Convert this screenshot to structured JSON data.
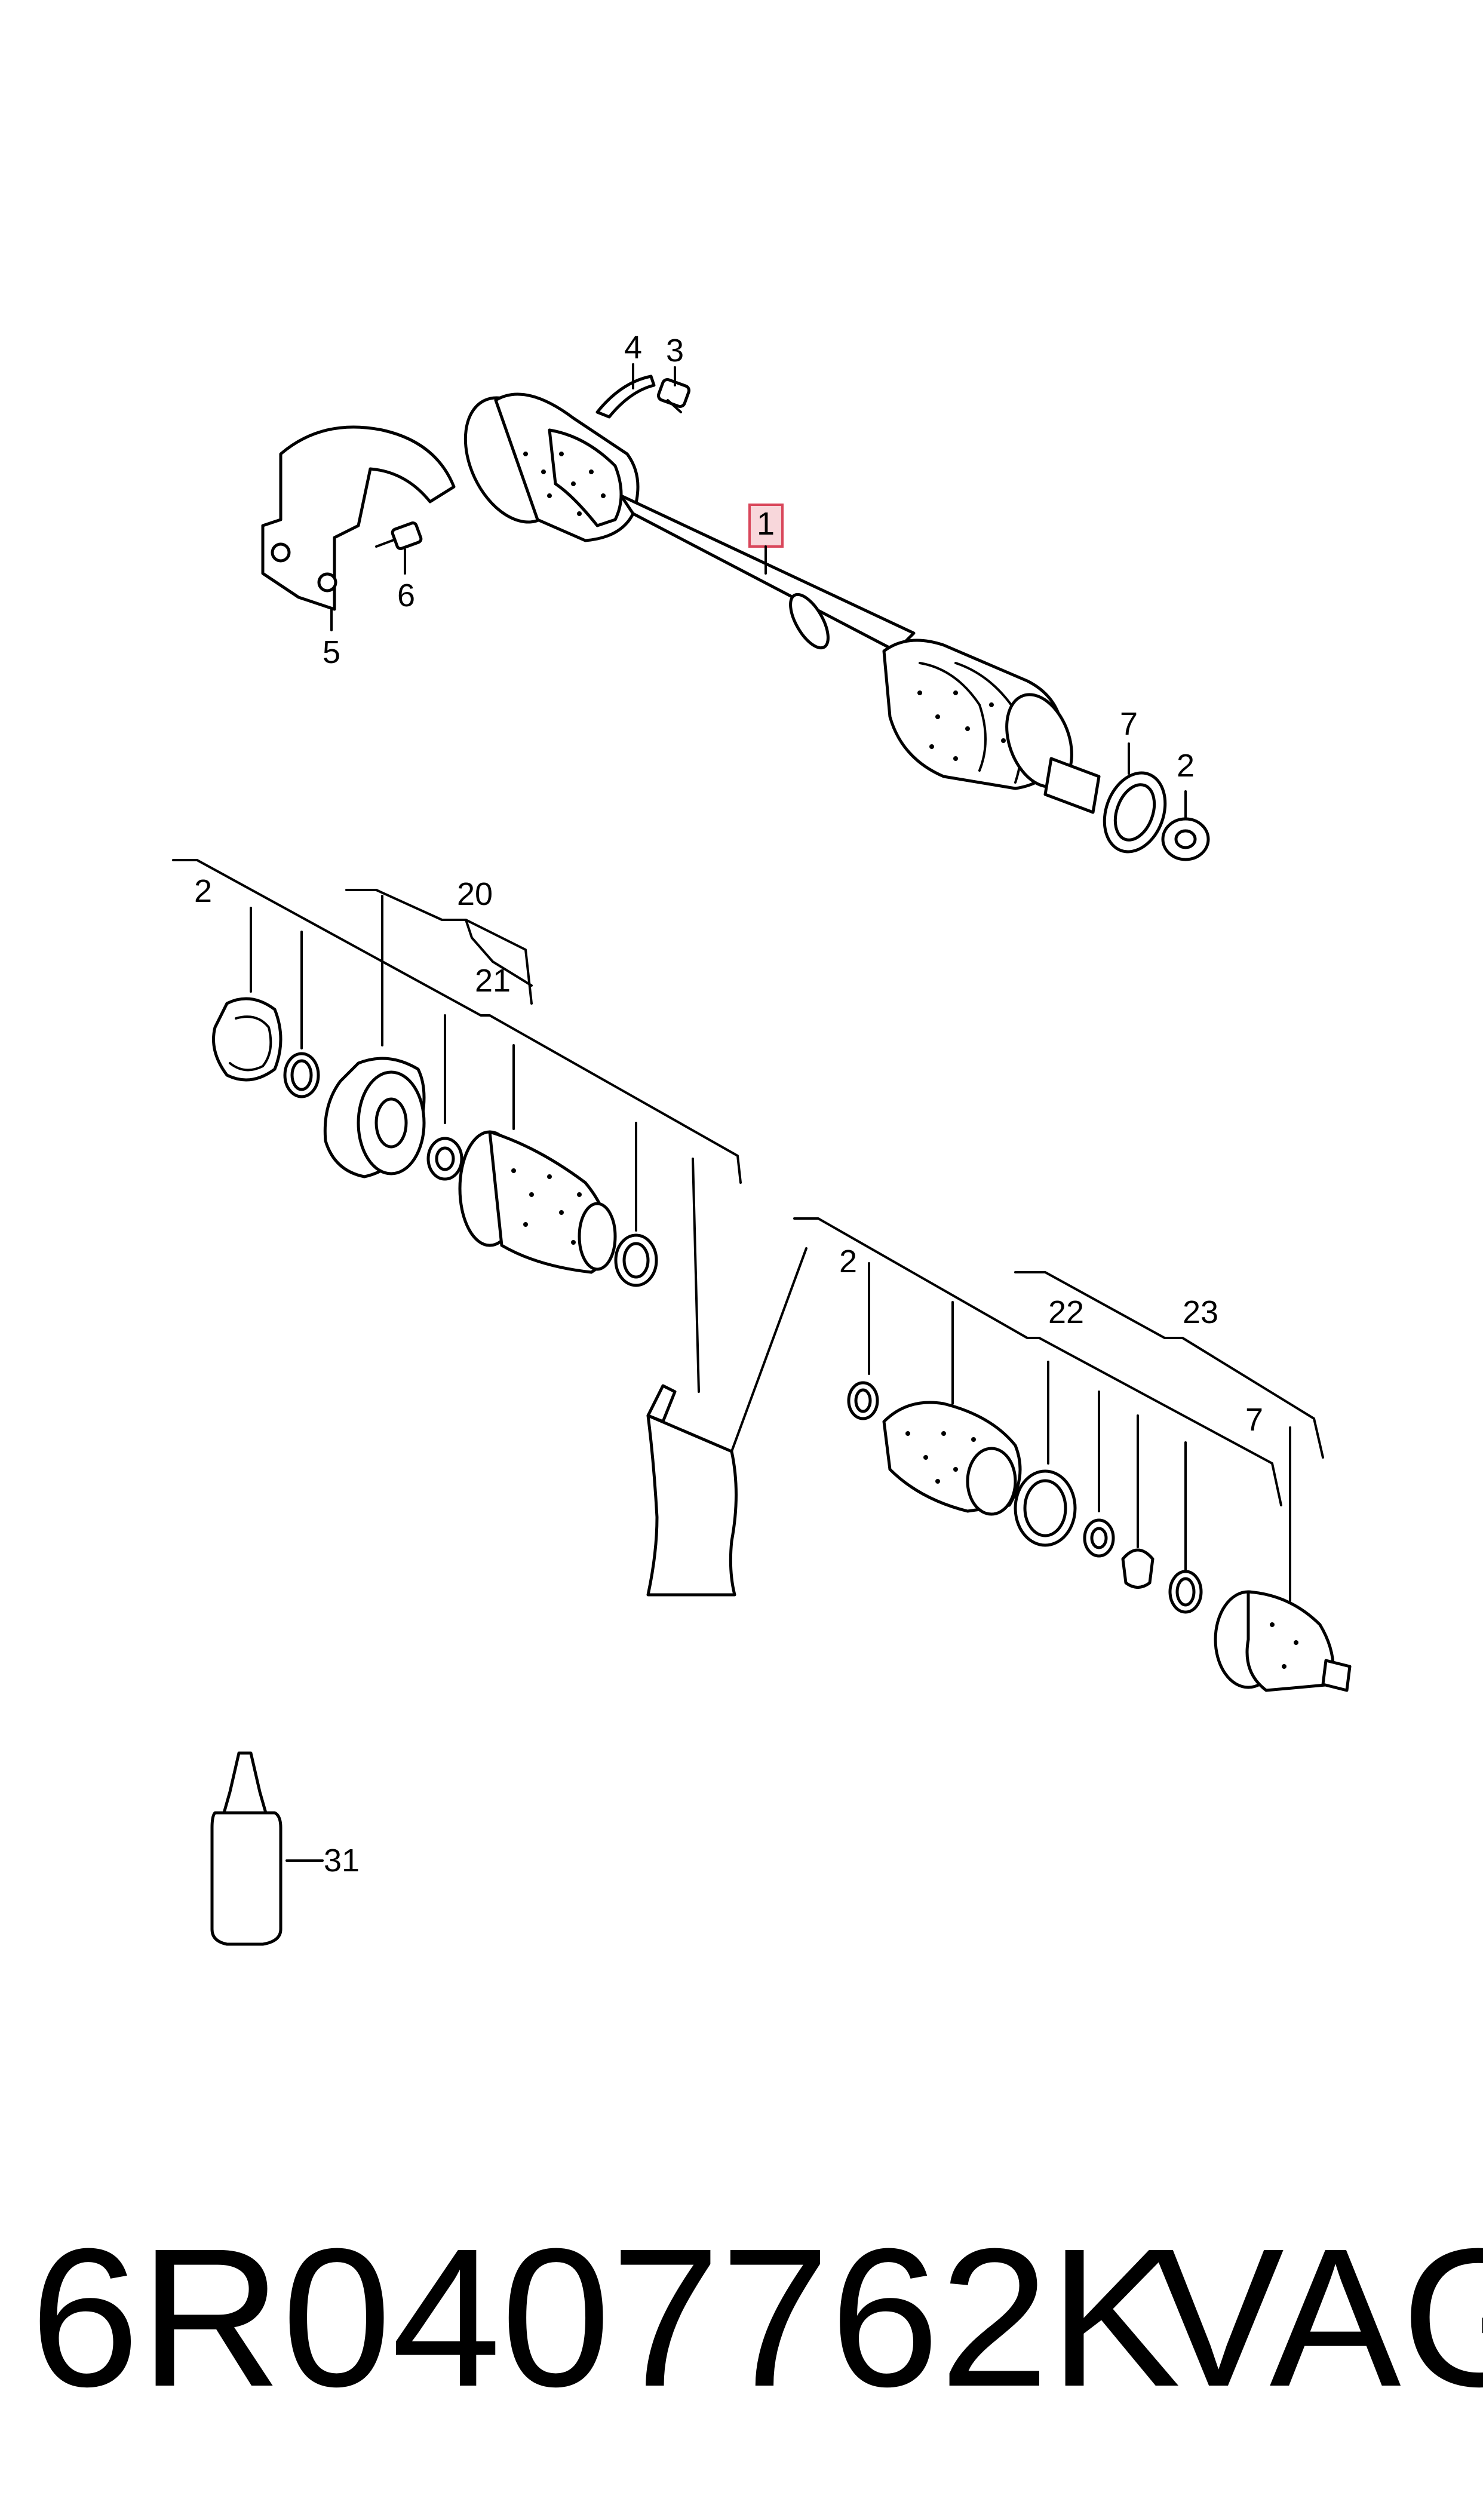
{
  "callouts": {
    "c1": "1",
    "c2a": "2",
    "c3": "3",
    "c4": "4",
    "c5": "5",
    "c6": "6",
    "c7a": "7",
    "c2b": "2",
    "c20": "20",
    "c21": "21",
    "c2c": "2",
    "c22": "22",
    "c23": "23",
    "c7b": "7",
    "c31": "31"
  },
  "footer": {
    "part_number": "6R0407762K",
    "brand": "VAG"
  },
  "colors": {
    "highlight_fill": "#f8d7db",
    "highlight_stroke": "#d9465a",
    "ink": "#000000"
  }
}
